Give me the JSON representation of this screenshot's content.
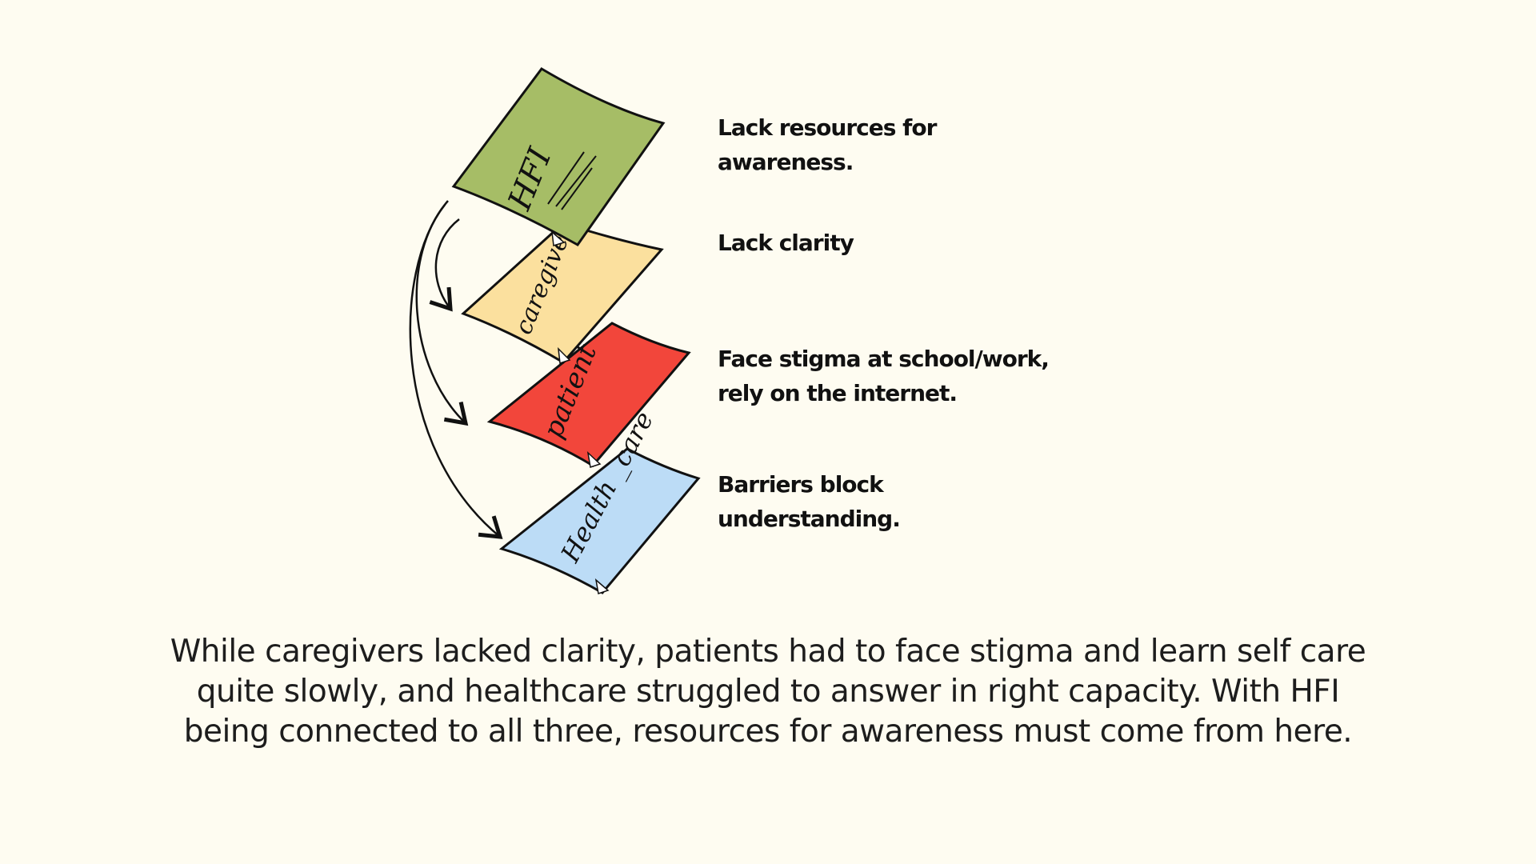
{
  "notes": [
    {
      "label": "HFI",
      "color": "#a6bd66"
    },
    {
      "label": "caregiver",
      "color": "#fbe09e"
    },
    {
      "label": "patient",
      "color": "#f2463b"
    },
    {
      "label": "Health _care",
      "color": "#bcdcf6"
    }
  ],
  "descriptions": [
    {
      "lines": [
        "Lack resources for",
        "awareness."
      ]
    },
    {
      "lines": [
        "Lack clarity"
      ]
    },
    {
      "lines": [
        "Face stigma at school/work,",
        "rely on the internet."
      ]
    },
    {
      "lines": [
        "Barriers block",
        "understanding."
      ]
    }
  ],
  "caption": {
    "lines": [
      "While caregivers lacked clarity, patients had to face stigma and learn self care",
      "quite slowly, and healthcare struggled to answer in right capacity. With HFI",
      "being connected to all three, resources for awareness must come from here."
    ]
  }
}
